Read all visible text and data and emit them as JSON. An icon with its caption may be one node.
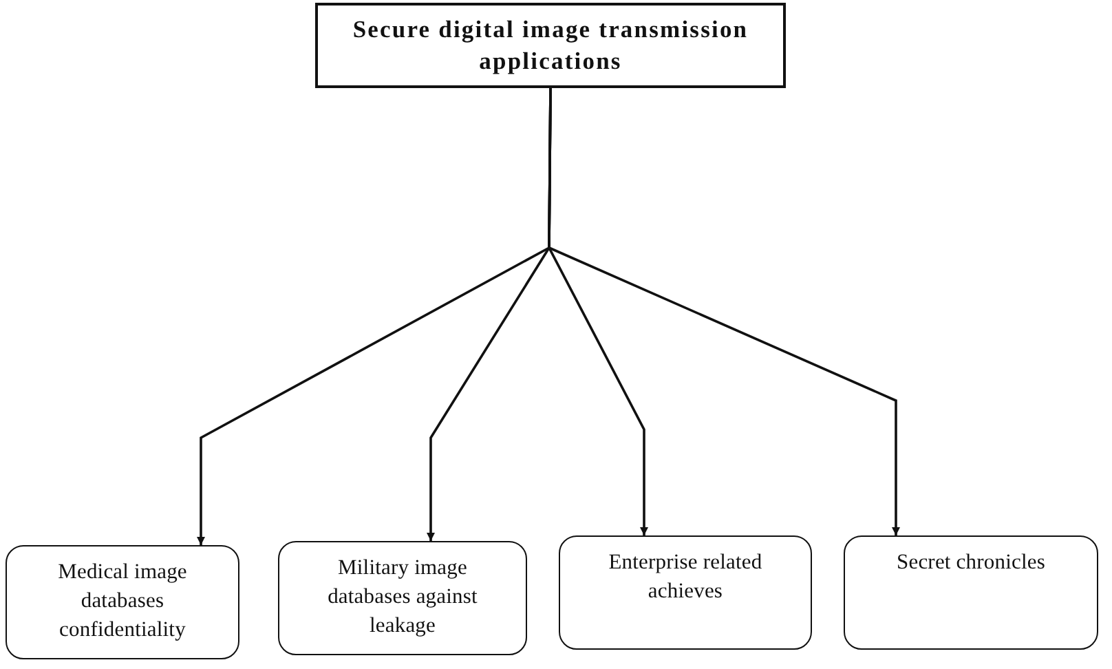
{
  "diagram": {
    "nodes": [
      {
        "text": [
          "Secure digital image transmission applications"
        ]
      },
      {
        "text": [
          "Medical image databases confidentiality"
        ]
      },
      {
        "text": [
          "Military image databases against leakage"
        ]
      },
      {
        "text": [
          "Enterprise related achieves"
        ]
      },
      {
        "text": [
          "Secret chronicles"
        ]
      }
    ],
    "edges": [
      {
        "from": 0,
        "to": 1,
        "arrow": "to"
      },
      {
        "from": 0,
        "to": 2,
        "arrow": "to"
      },
      {
        "from": 0,
        "to": 3,
        "arrow": "to"
      },
      {
        "from": 0,
        "to": 4,
        "arrow": "to"
      }
    ]
  }
}
